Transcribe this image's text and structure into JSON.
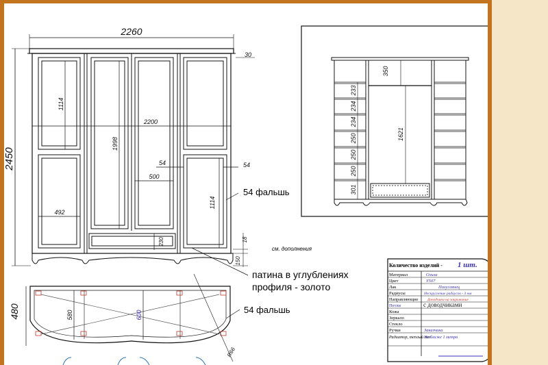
{
  "front_view": {
    "width": "2260",
    "height": "2450",
    "overhang": "30",
    "inner_width": "2200",
    "upper_panel": "1114",
    "lower_panel": "1114",
    "center_door": "1998",
    "side_door_width": "492",
    "center_door_width": "500",
    "gap_left": "54",
    "gap_right": "54",
    "drawer": "230",
    "plinth_top": "18",
    "plinth": "150"
  },
  "side_view": {
    "top": "350",
    "shelves": [
      "233",
      "234",
      "234",
      "250",
      "250",
      "250",
      "301"
    ],
    "hanging": "1621"
  },
  "plan_view": {
    "depth": "480",
    "inner_depth": "580",
    "diagonal": "600",
    "radius_label": "R66"
  },
  "notes": {
    "false_panel_1": "54 фальшь",
    "false_panel_2": "54 фальшь",
    "patina_line1": "патина в углублениях",
    "patina_line2": "профиля - золото",
    "see_addition": "см. дополнения"
  },
  "title_block": {
    "rows": [
      {
        "label": "Количество изделий -",
        "value": "1 шт."
      },
      {
        "label": "Материал",
        "value": "Ольха"
      },
      {
        "label": "Цвет",
        "value": "Y507"
      },
      {
        "label": "Лак",
        "value": "Полуглянец"
      },
      {
        "label": "Радиусы",
        "value": "Нескругление радиусов - 3 мм"
      },
      {
        "label": "Направляющие",
        "value": "Доводчики на закрывание"
      },
      {
        "label": "Петли",
        "value": "с доводчиками"
      },
      {
        "label": "Кожа",
        "value": ""
      },
      {
        "label": "Зеркало",
        "value": ""
      },
      {
        "label": "Стекло",
        "value": ""
      },
      {
        "label": "Ручки",
        "value": "Заказчика"
      },
      {
        "label": "Радиатор, теплый пол",
        "value": "Не ближе 1 метра"
      }
    ]
  },
  "colors": {
    "frame": "#c3741f",
    "margin": "#f5e6c8",
    "title_value": "#3a2fb5",
    "accent_red": "#c0392b"
  }
}
